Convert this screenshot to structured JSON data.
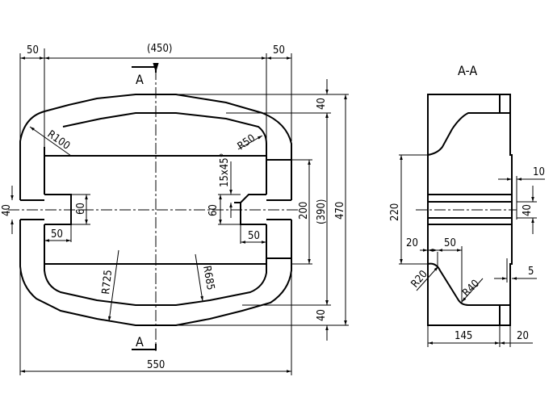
{
  "section_labels": {
    "section_marker_top": "A",
    "section_marker_bottom": "A",
    "section_title": "A-A"
  },
  "front_view": {
    "dim_left_50": "50",
    "dim_inner_450": "(450)",
    "dim_right_50": "50",
    "dim_top_40": "40",
    "dim_bottom_40": "40",
    "dim_200": "200",
    "dim_390": "(390)",
    "dim_470": "470",
    "dim_total_550": "550",
    "radius_r100": "R100",
    "radius_r50": "R50",
    "radius_r725": "R725",
    "radius_r685": "R685",
    "dim_left_stub_40": "40",
    "dim_left_boss_60": "60",
    "dim_left_boss_50": "50",
    "dim_right_groove_60": "60",
    "dim_right_groove_50": "50",
    "chamfer": "15x45°"
  },
  "section_view": {
    "dim_220": "220",
    "dim_10": "10",
    "dim_40": "40",
    "dim_20_top": "20",
    "dim_50": "50",
    "radius_r20": "R20",
    "radius_r40": "R40",
    "dim_5": "5",
    "dim_145": "145",
    "dim_20_bottom": "20"
  }
}
